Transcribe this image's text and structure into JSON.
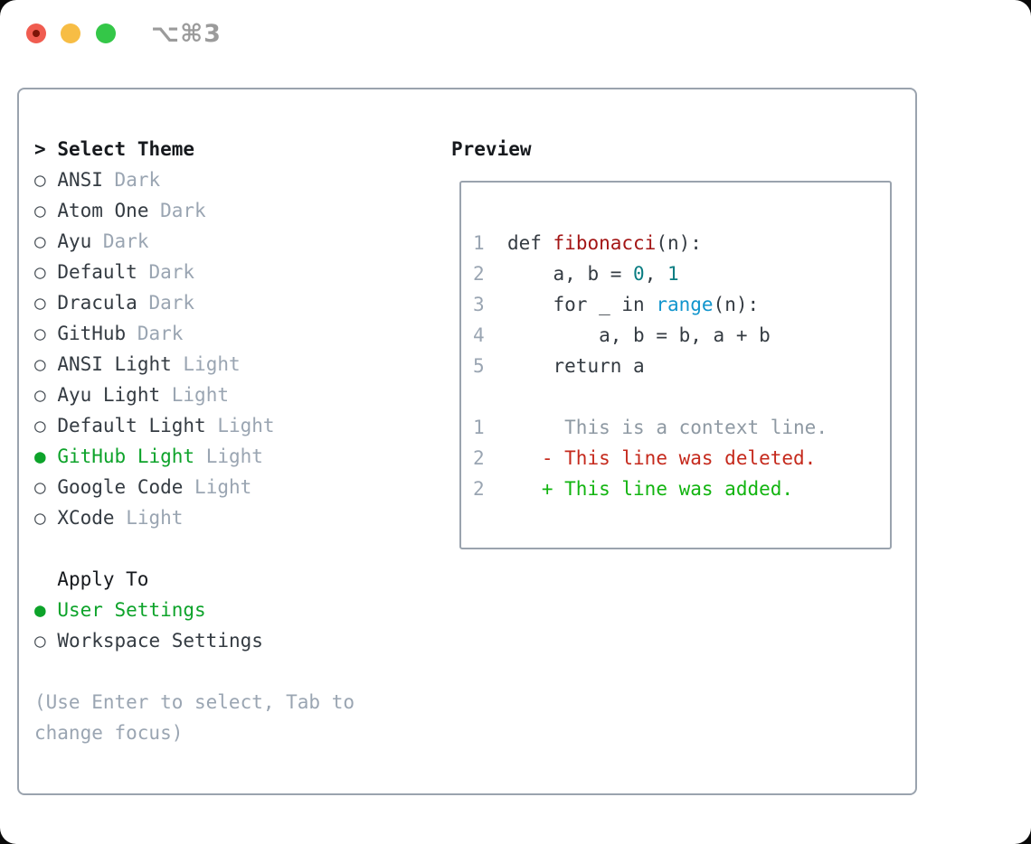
{
  "window": {
    "shortcut_label": "⌥⌘3"
  },
  "titlebar": {
    "buttons": [
      {
        "name": "close",
        "color": "#f05c50",
        "has_dot": true
      },
      {
        "name": "minimize",
        "color": "#f7bd45",
        "has_dot": false
      },
      {
        "name": "zoom",
        "color": "#34c748",
        "has_dot": false
      }
    ]
  },
  "theme_picker": {
    "title_prefix": ">",
    "title": "Select Theme",
    "unselected_bullet": "○",
    "selected_bullet": "●",
    "items": [
      {
        "name": "ANSI",
        "variant": "Dark",
        "selected": false
      },
      {
        "name": "Atom One",
        "variant": "Dark",
        "selected": false
      },
      {
        "name": "Ayu",
        "variant": "Dark",
        "selected": false
      },
      {
        "name": "Default",
        "variant": "Dark",
        "selected": false
      },
      {
        "name": "Dracula",
        "variant": "Dark",
        "selected": false
      },
      {
        "name": "GitHub",
        "variant": "Dark",
        "selected": false
      },
      {
        "name": "ANSI Light",
        "variant": "Light",
        "selected": false
      },
      {
        "name": "Ayu Light",
        "variant": "Light",
        "selected": false
      },
      {
        "name": "Default Light",
        "variant": "Light",
        "selected": false
      },
      {
        "name": "GitHub Light",
        "variant": "Light",
        "selected": true
      },
      {
        "name": "Google Code",
        "variant": "Light",
        "selected": false
      },
      {
        "name": "XCode",
        "variant": "Light",
        "selected": false
      }
    ]
  },
  "apply_to": {
    "title": "Apply To",
    "options": [
      {
        "label": "User Settings",
        "selected": true
      },
      {
        "label": "Workspace Settings",
        "selected": false
      }
    ]
  },
  "hint_lines": [
    "(Use Enter to select, Tab to",
    "change focus)"
  ],
  "preview": {
    "title": "Preview",
    "lines": [
      {
        "num": "1",
        "tokens": [
          [
            "plain",
            "def "
          ],
          [
            "fn",
            "fibonacci"
          ],
          [
            "plain",
            "(n):"
          ]
        ]
      },
      {
        "num": "2",
        "tokens": [
          [
            "plain",
            "    a, b = "
          ],
          [
            "lit",
            "0"
          ],
          [
            "plain",
            ", "
          ],
          [
            "lit",
            "1"
          ]
        ]
      },
      {
        "num": "3",
        "tokens": [
          [
            "plain",
            "    for _ in "
          ],
          [
            "builtin",
            "range"
          ],
          [
            "plain",
            "(n):"
          ]
        ]
      },
      {
        "num": "4",
        "tokens": [
          [
            "plain",
            "        a, b = b, a + b"
          ]
        ]
      },
      {
        "num": "5",
        "tokens": [
          [
            "plain",
            "    return a"
          ]
        ]
      },
      {
        "num": "",
        "tokens": []
      },
      {
        "num": "1",
        "tokens": [
          [
            "context",
            "     This is a context line."
          ]
        ]
      },
      {
        "num": "2",
        "tokens": [
          [
            "del",
            "   - This line was deleted."
          ]
        ]
      },
      {
        "num": "2",
        "tokens": [
          [
            "add",
            "   + This line was added."
          ]
        ]
      }
    ]
  },
  "colors": {
    "panel_border": "#9aa3ae",
    "text_dark": "#343b42",
    "title_black": "#16191d",
    "muted_gray": "#9aa5b2",
    "selected_green": "#0da32a",
    "function_red": "#a31515",
    "number_teal": "#0a7d82",
    "builtin_blue": "#1195cd",
    "diff_context": "#8e99a3",
    "diff_deleted": "#c5291c",
    "diff_added": "#12b410",
    "traffic_red": "#f05c50",
    "traffic_yellow": "#f7bd45",
    "traffic_green": "#34c748"
  }
}
